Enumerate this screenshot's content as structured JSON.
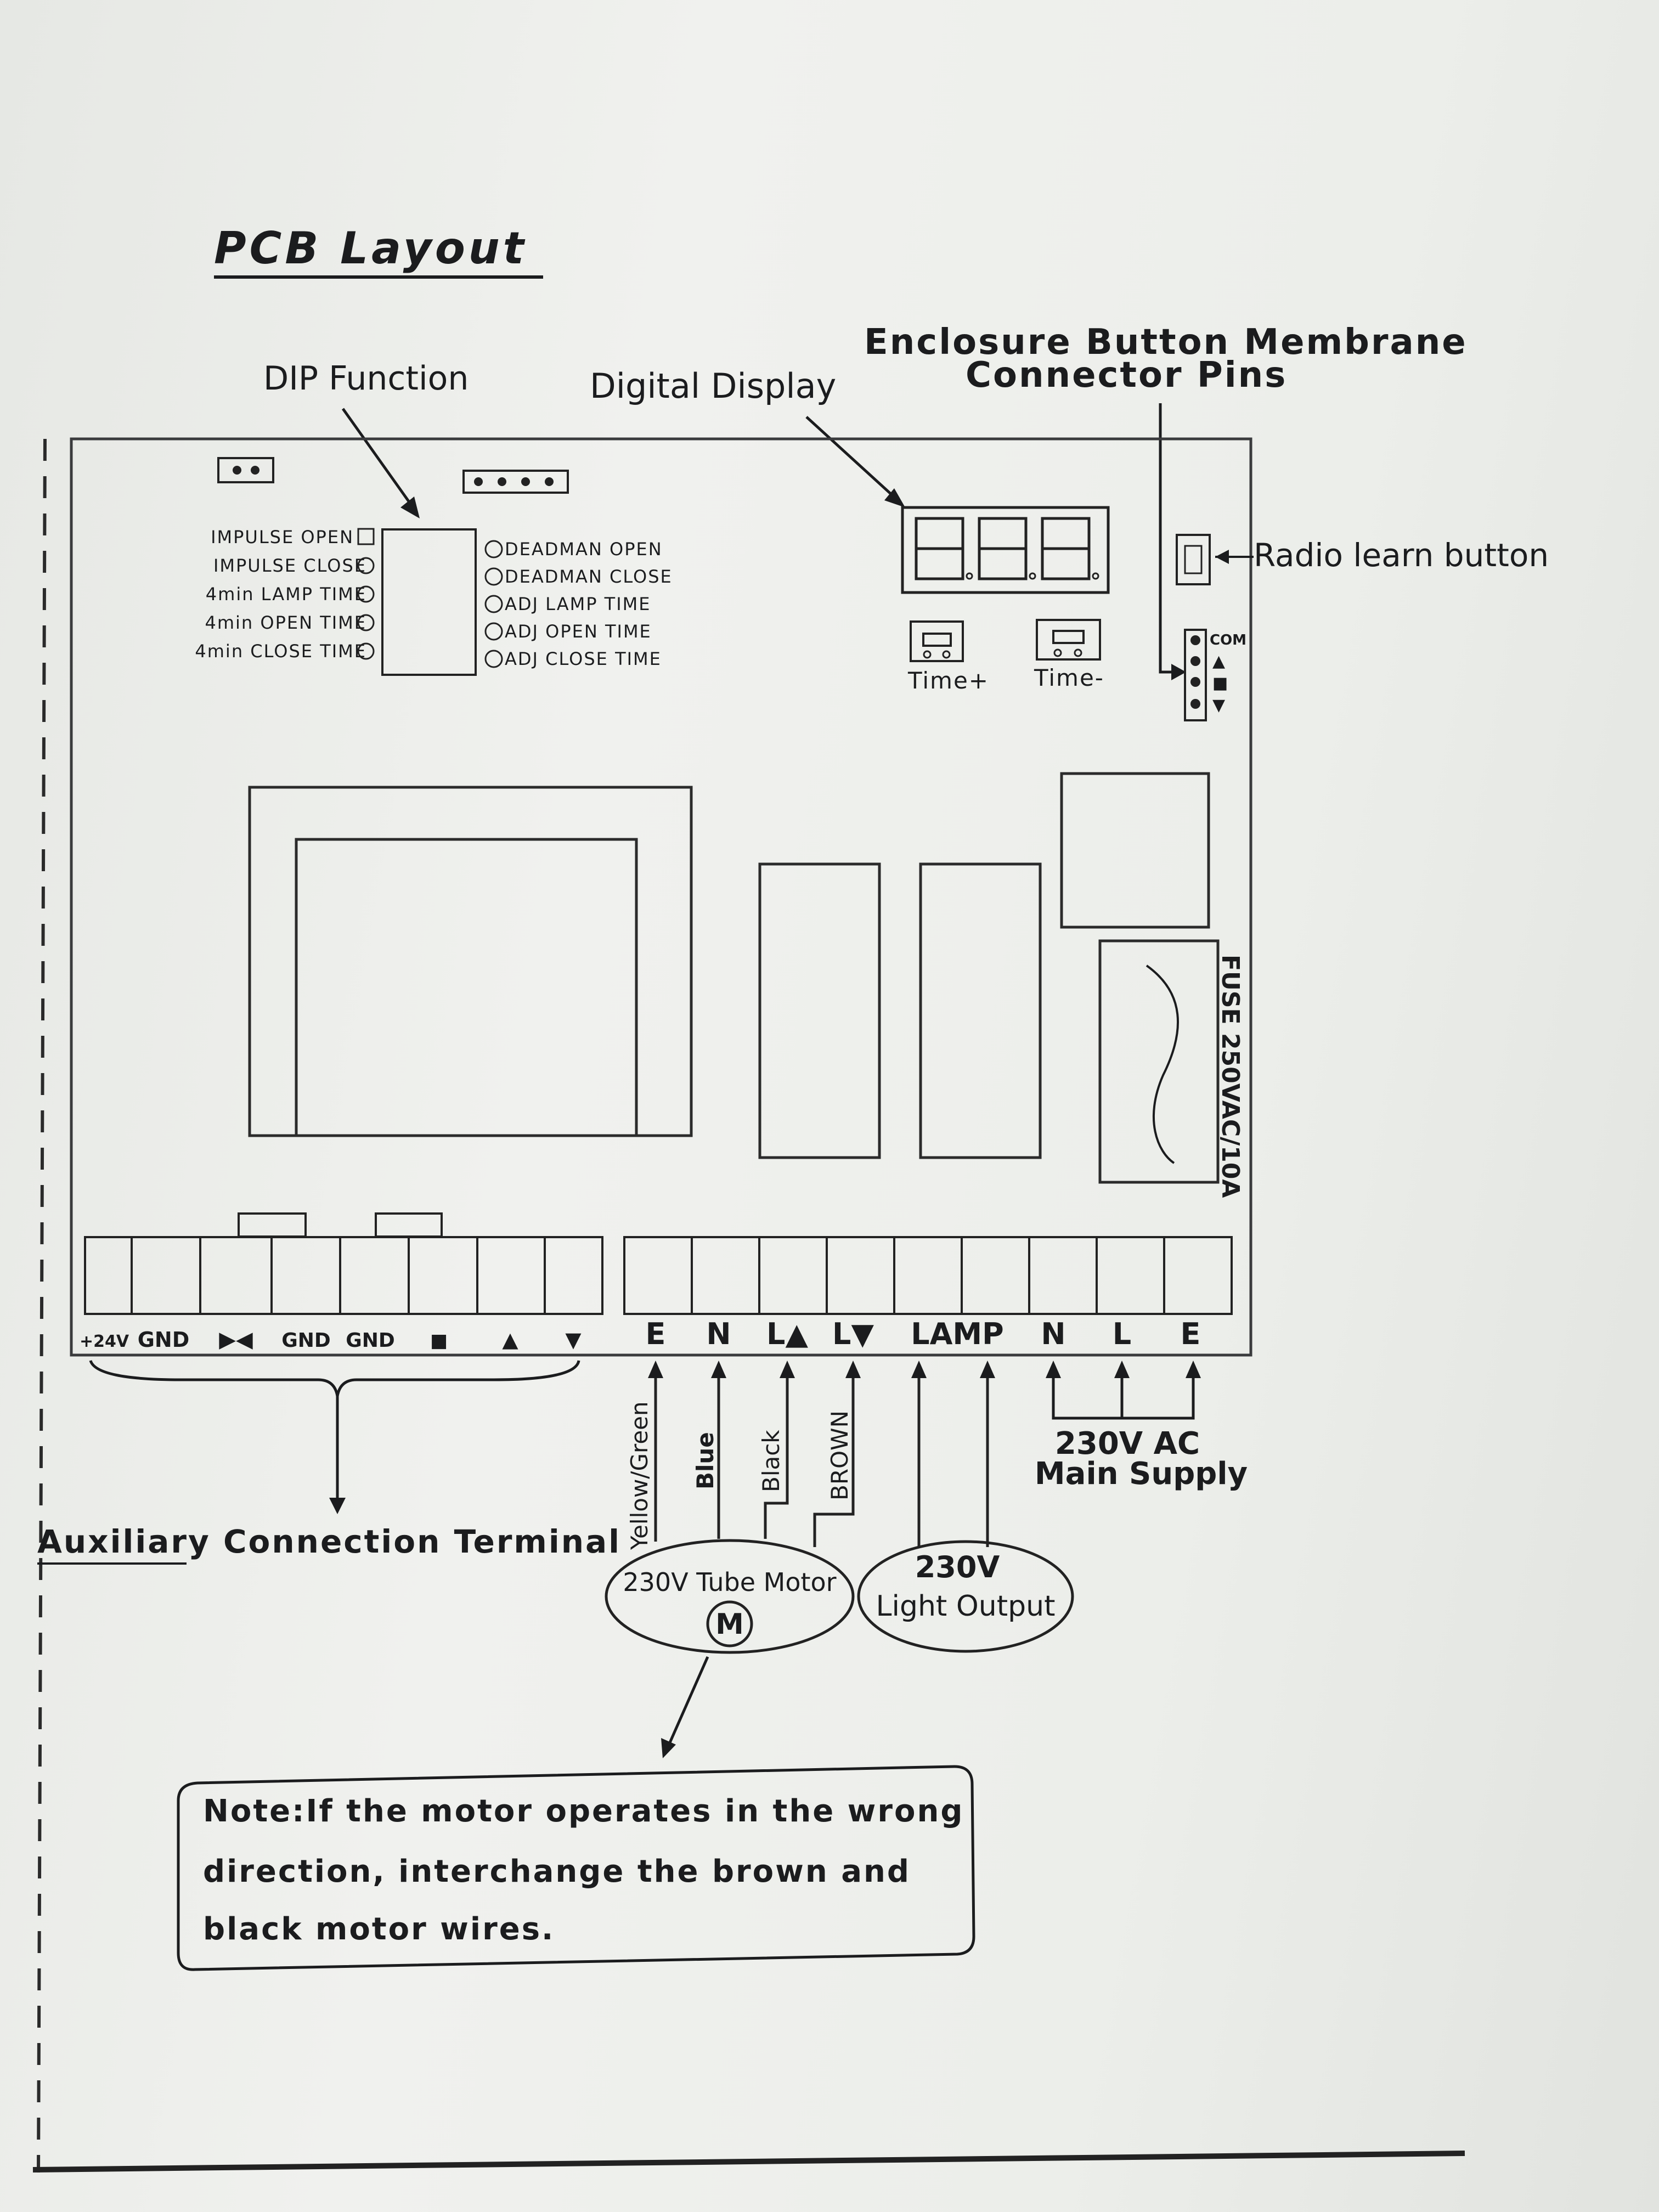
{
  "title": "PCB Layout",
  "callouts": {
    "dip_function": "DIP Function",
    "digital_display": "Digital Display",
    "enclosure_line1": "Enclosure Button Membrane",
    "enclosure_line2": "Connector Pins",
    "radio_learn": "Radio learn button",
    "auxiliary": "Auxiliary Connection Terminal",
    "fuse": "FUSE 250VAC/10A"
  },
  "display_digits": "888",
  "dip_left": [
    "IMPULSE OPEN",
    "IMPULSE CLOSE",
    "4min LAMP TIME",
    "4min OPEN TIME",
    "4min CLOSE TIME"
  ],
  "dip_right": [
    "DEADMAN OPEN",
    "DEADMAN CLOSE",
    "ADJ LAMP TIME",
    "ADJ OPEN TIME",
    "ADJ CLOSE TIME"
  ],
  "buttons": {
    "time_plus": "Time+",
    "time_minus": "Time-"
  },
  "connector": {
    "com": "COM",
    "symbols": [
      "▲",
      "■",
      "▼"
    ]
  },
  "terminal_labels_left": [
    "+24V",
    "GND",
    "▶◀",
    "GND",
    "GND",
    "■",
    "▲",
    "▼"
  ],
  "terminal_labels_right": [
    "E",
    "N",
    "L▲",
    "L▼",
    "LAMP",
    "N",
    "L",
    "E"
  ],
  "wires": [
    "Yellow/Green",
    "Blue",
    "Black",
    "BROWN"
  ],
  "motor": {
    "label": "230V Tube Motor",
    "symbol": "M"
  },
  "light": {
    "line1": "230V",
    "line2": "Light Output"
  },
  "mains": {
    "line1": "230V AC",
    "line2": "Main Supply"
  },
  "note": {
    "line1": "Note:If the motor operates in the wrong",
    "line2": "direction, interchange the brown and",
    "line3": "black motor wires."
  }
}
